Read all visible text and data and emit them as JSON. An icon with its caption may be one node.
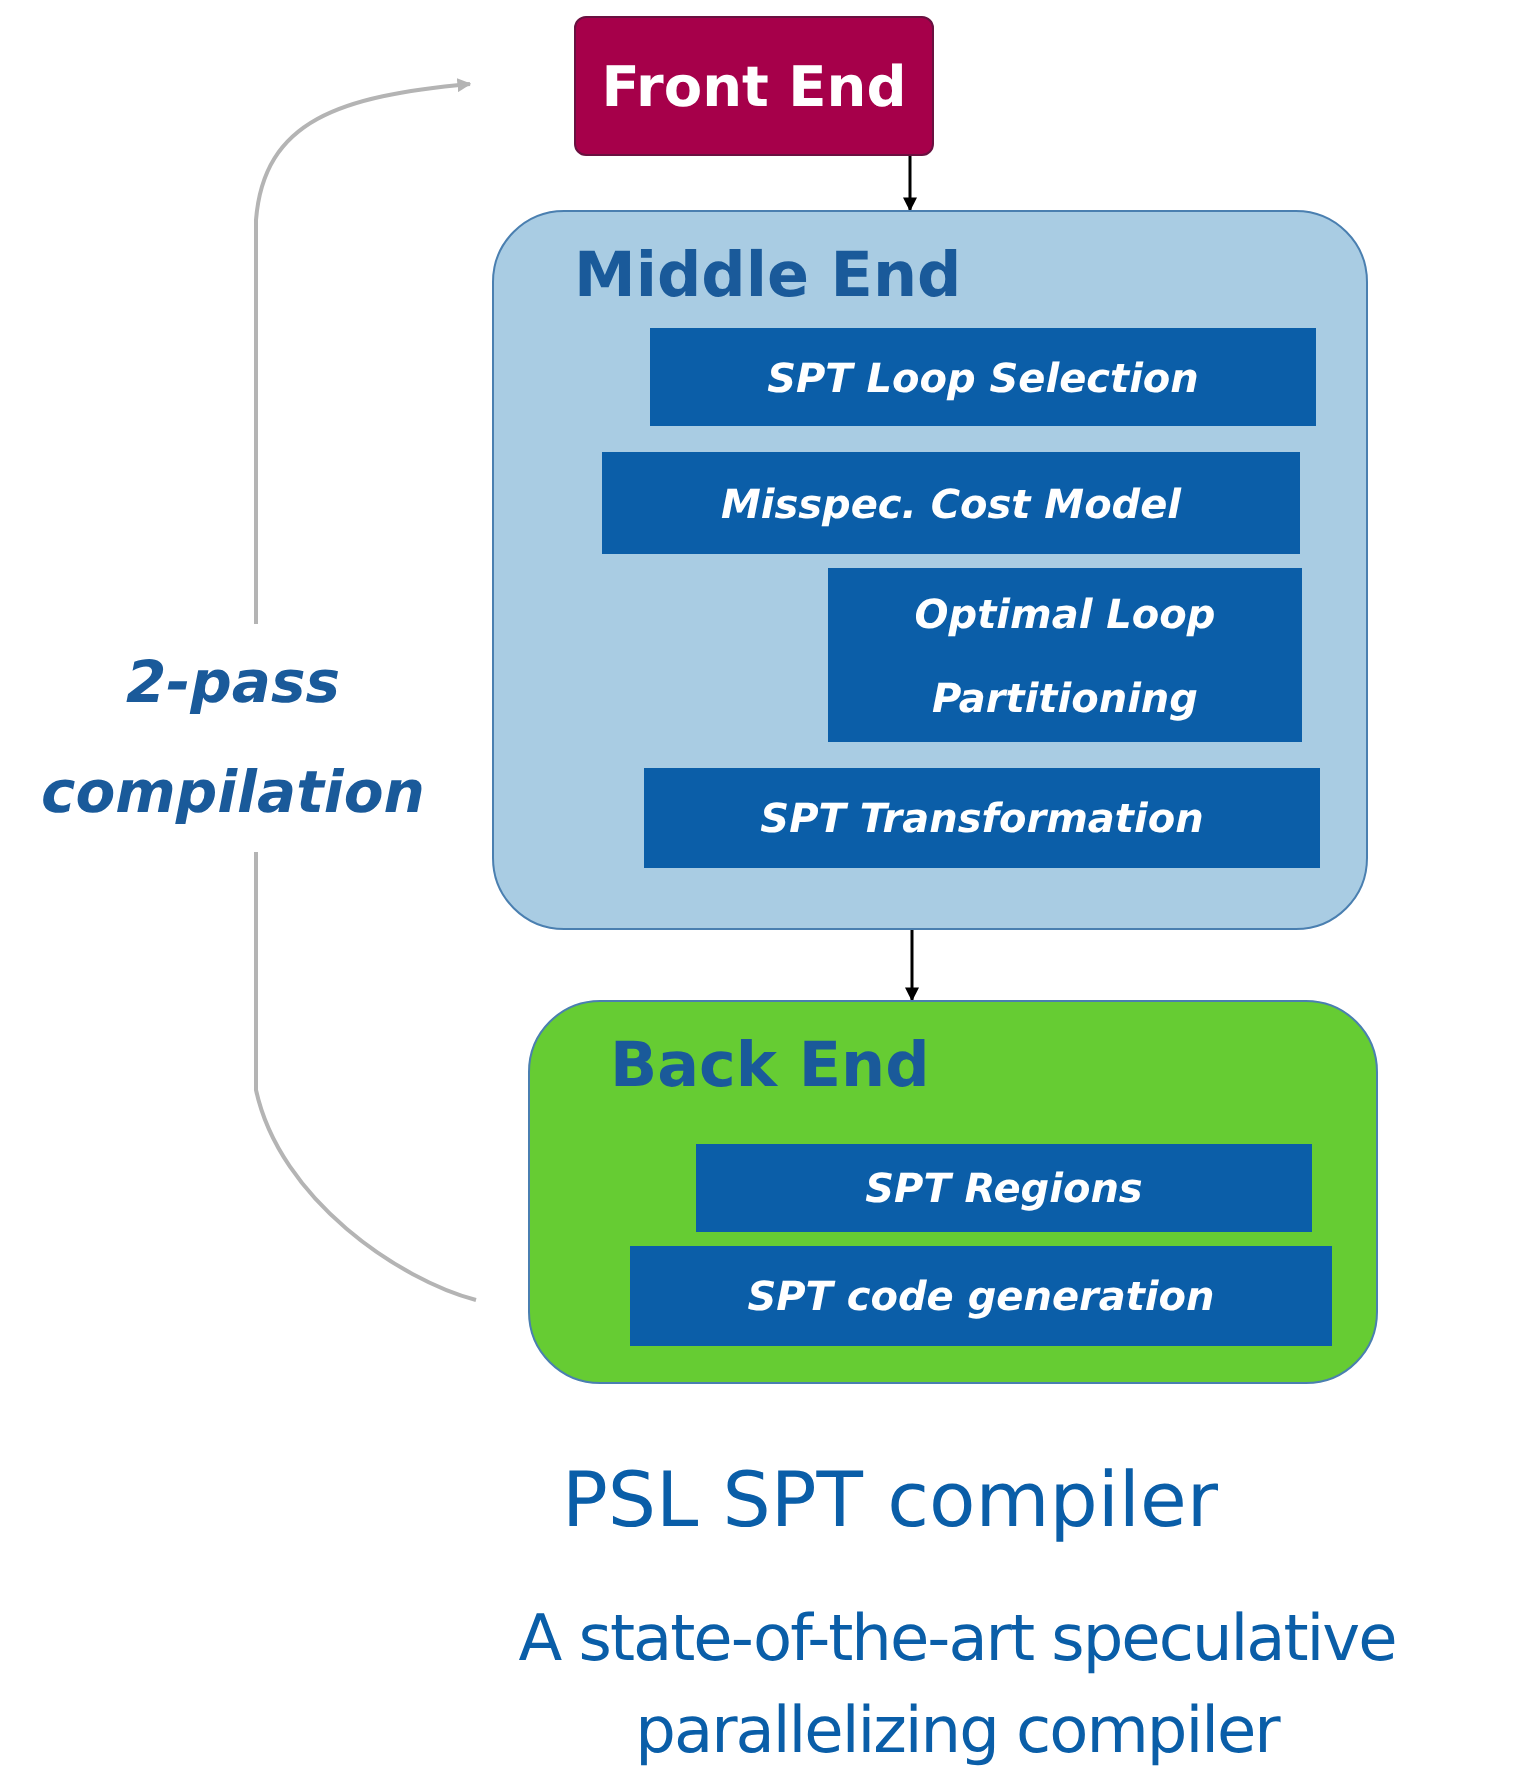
{
  "diagram": {
    "title": "PSL SPT compiler",
    "caption": "A state-of-the-art speculative parallelizing compiler",
    "nodes": [
      {
        "text": [
          "Front End"
        ]
      },
      {
        "text": [
          "Middle End"
        ]
      },
      {
        "text": [
          "SPT Loop Selection"
        ],
        "in": 1
      },
      {
        "text": [
          "Misspec. Cost Model"
        ],
        "in": 1
      },
      {
        "text": [
          "Optimal Loop Partitioning"
        ],
        "in": 1
      },
      {
        "text": [
          "SPT Transformation"
        ],
        "in": 1
      },
      {
        "text": [
          "Back End"
        ]
      },
      {
        "text": [
          "SPT Regions"
        ],
        "in": 6
      },
      {
        "text": [
          "SPT code generation"
        ],
        "in": 6
      }
    ],
    "edges": [
      {
        "from": 0,
        "to": 1,
        "arrow": "to"
      },
      {
        "from": 1,
        "to": 6,
        "arrow": "to"
      },
      {
        "from": 6,
        "to": 0,
        "arrow": "to",
        "label": "2-pass compilation",
        "color": "#b4b4b4"
      }
    ]
  }
}
